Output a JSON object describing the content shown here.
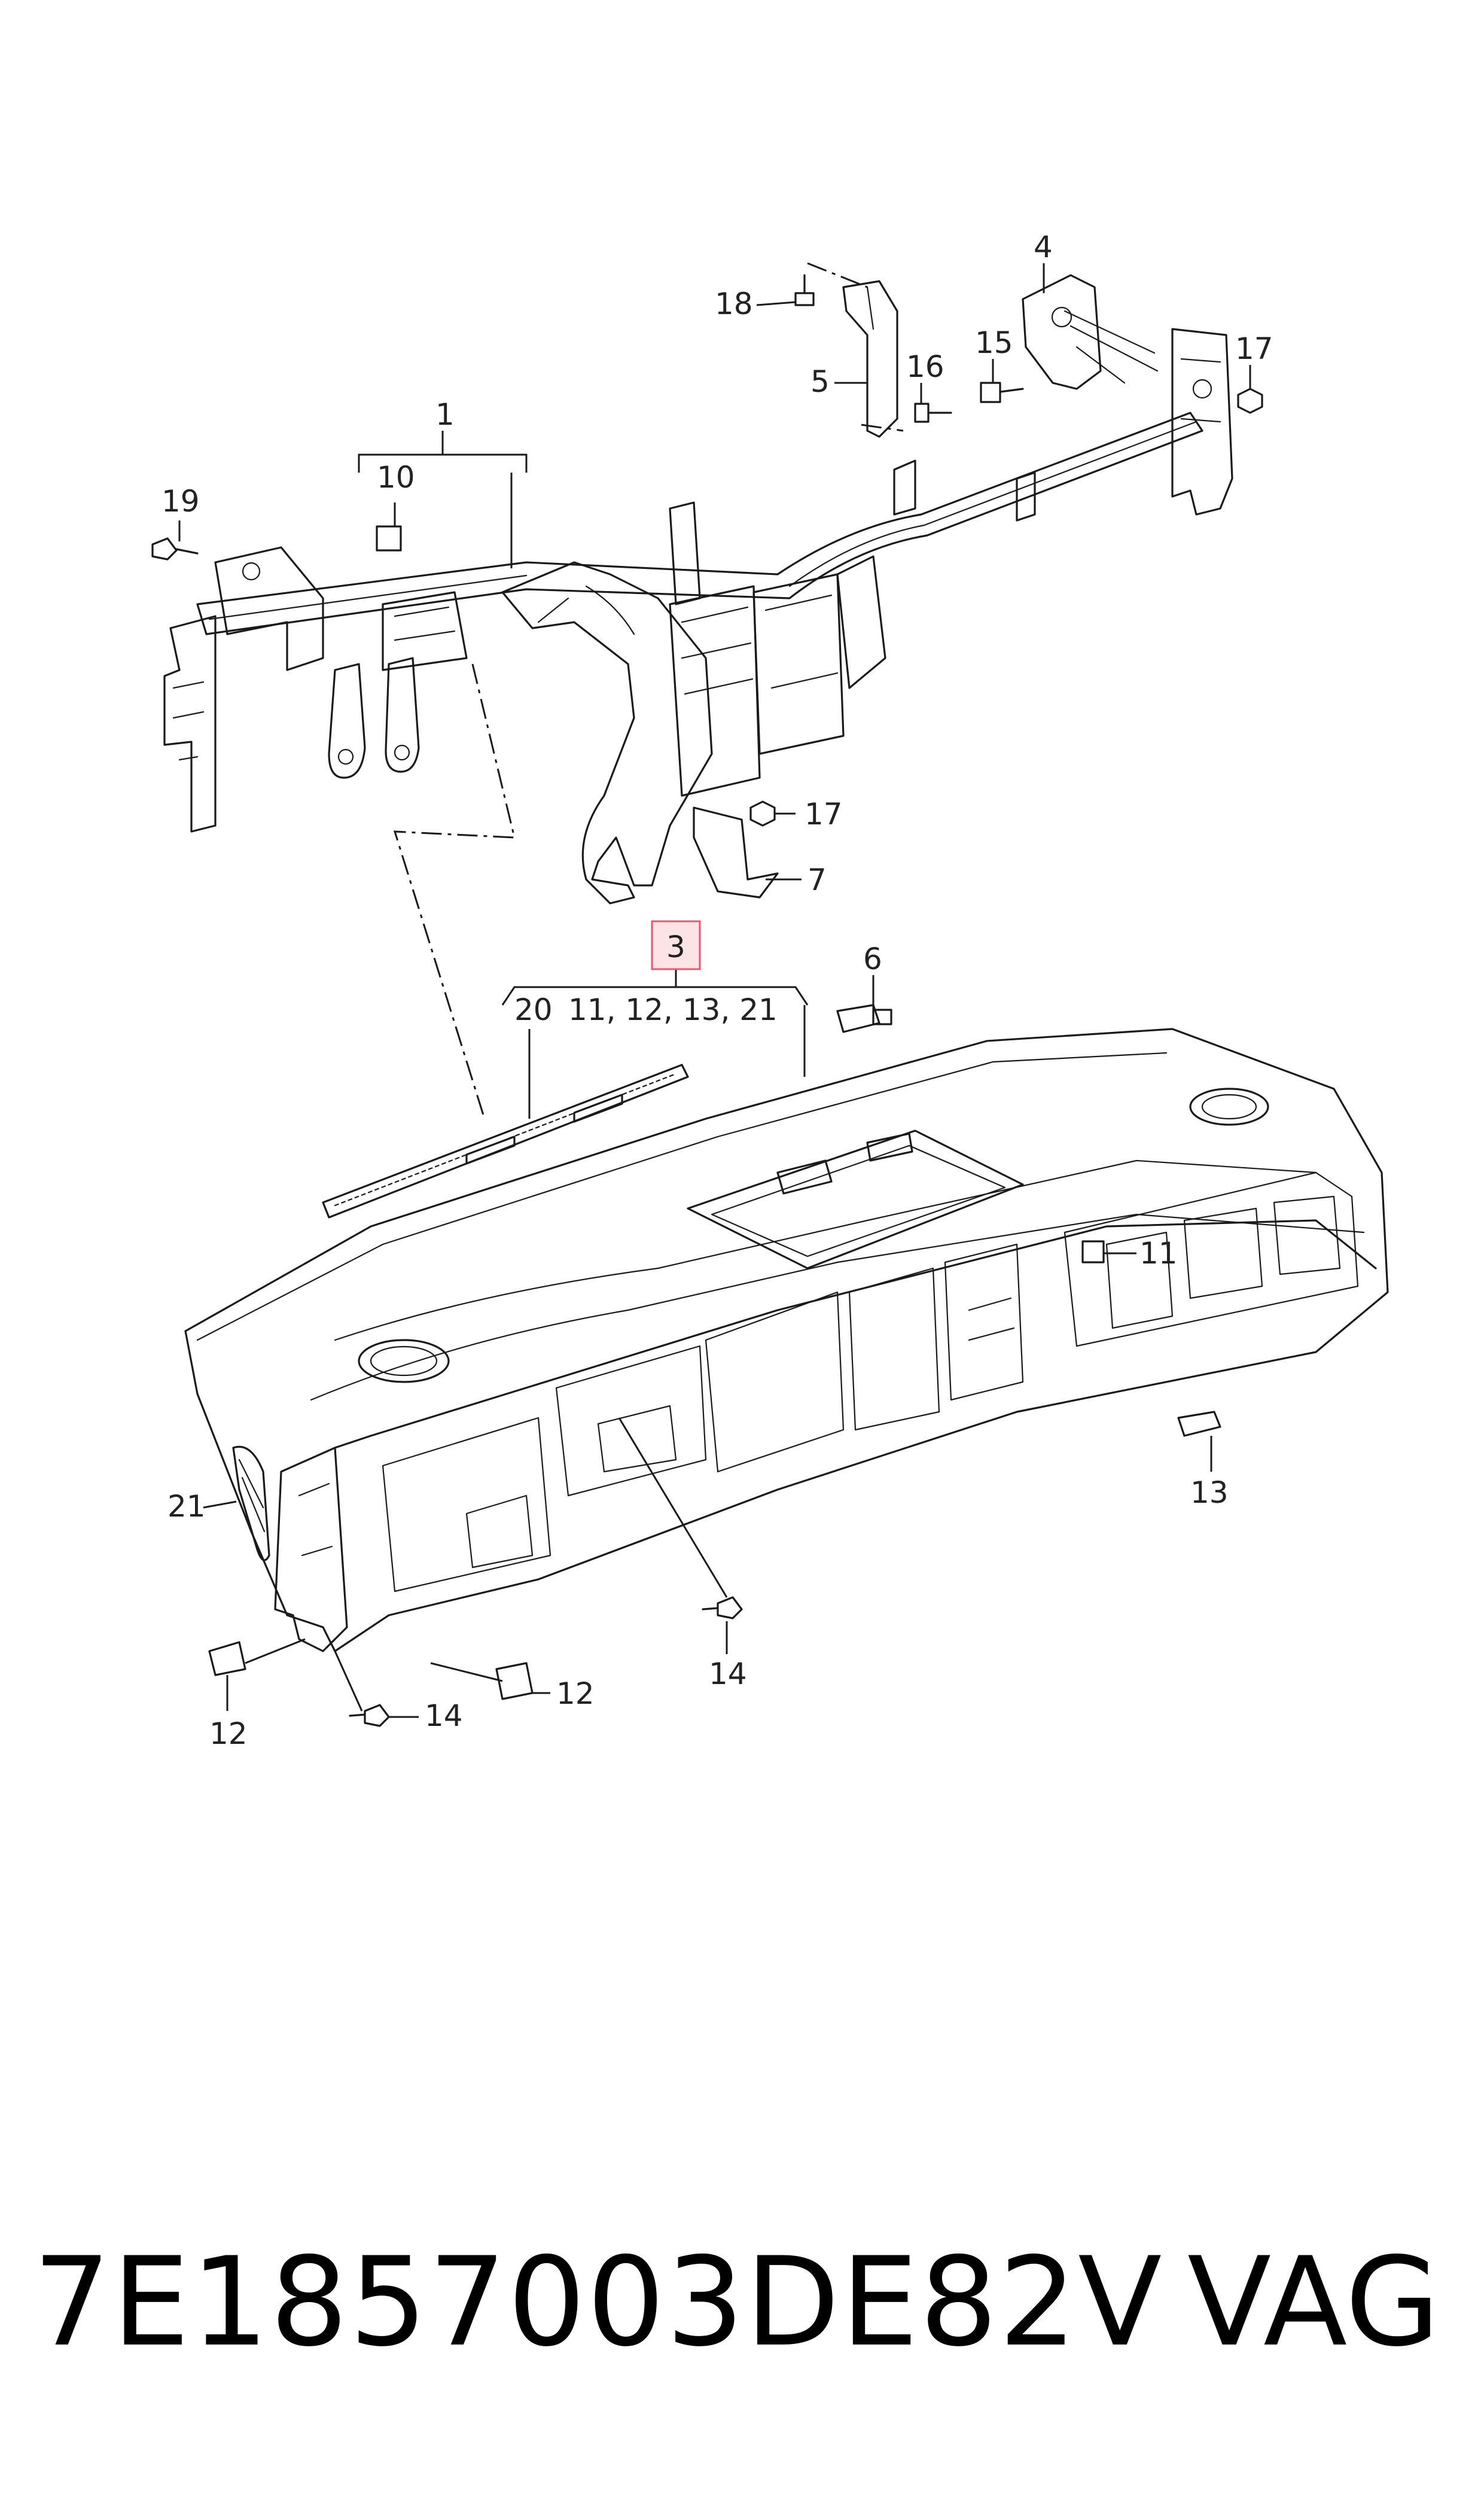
{
  "callouts": {
    "c1": "1",
    "c3": "3",
    "c4": "4",
    "c5": "5",
    "c6": "6",
    "c7": "7",
    "c10": "10",
    "c11": "11",
    "c12a": "12",
    "c12b": "12",
    "c13": "13",
    "c14a": "14",
    "c14b": "14",
    "c15": "15",
    "c16": "16",
    "c17a": "17",
    "c17b": "17",
    "c18": "18",
    "c19": "19",
    "c21": "21",
    "group3_left": "20",
    "group3_right": "11, 12, 13, 21"
  },
  "footer": {
    "part_number": "7E1857003DE82V",
    "brand": "VAG"
  },
  "colors": {
    "line": "#1a1a1a",
    "highlight_fill": "#fbe3e6",
    "highlight_stroke": "#e35b70"
  }
}
